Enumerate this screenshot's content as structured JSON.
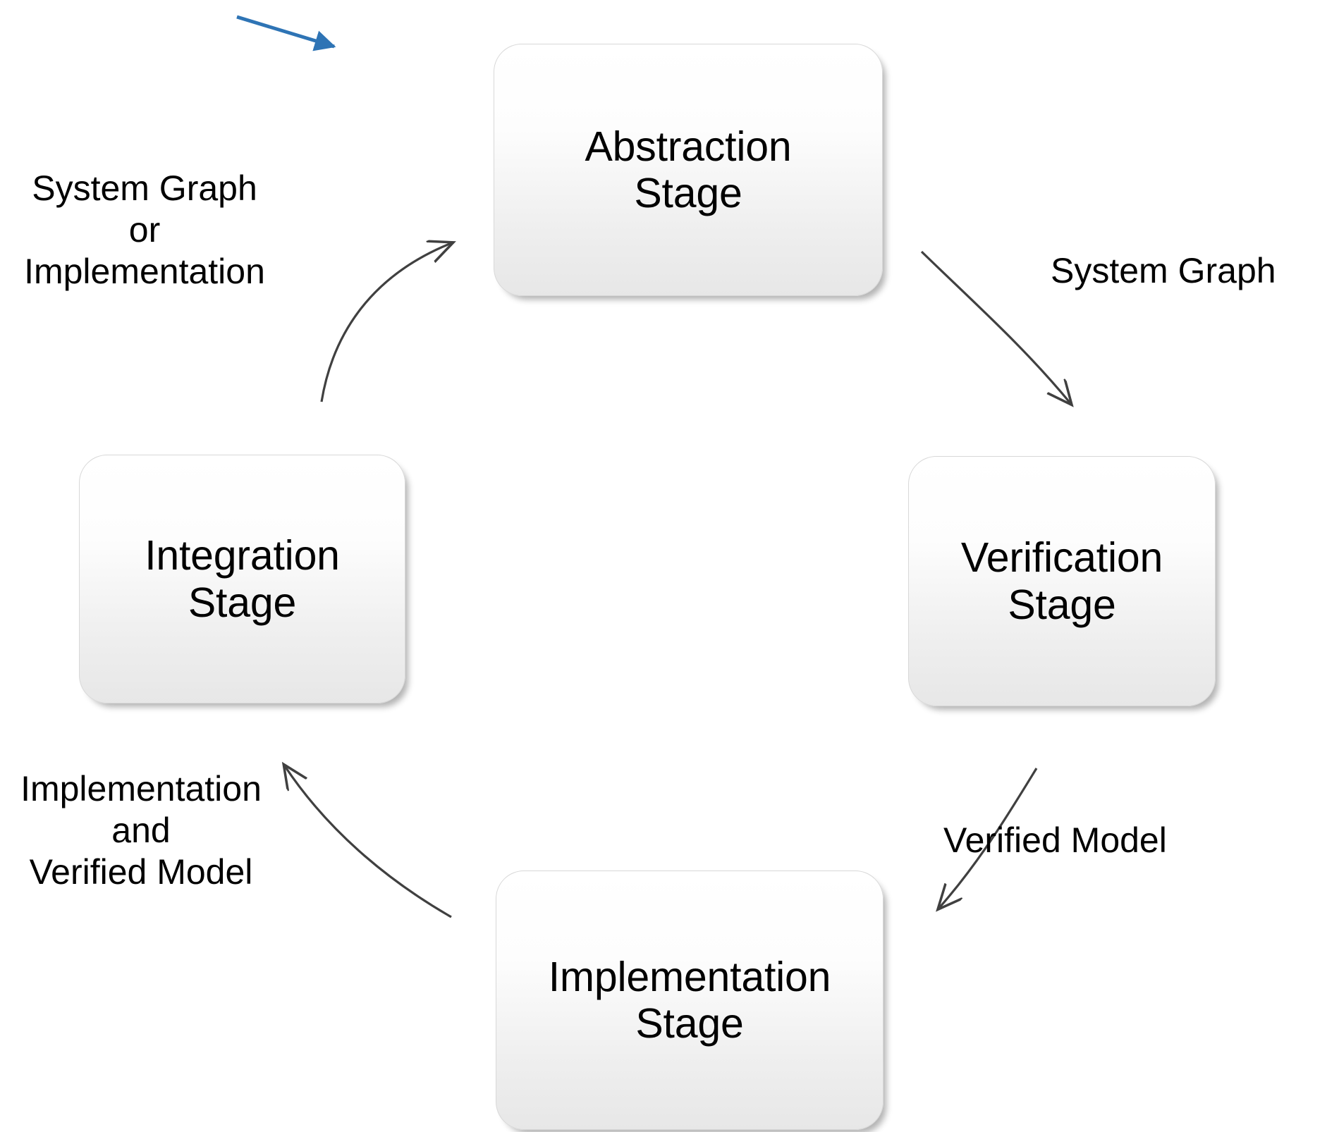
{
  "diagram": {
    "title": "Four-stage iterative development cycle",
    "background_color": "#ffffff",
    "stages": [
      {
        "id": "abstraction",
        "label": "Abstraction\nStage"
      },
      {
        "id": "verification",
        "label": "Verification\nStage"
      },
      {
        "id": "implementation",
        "label": "Implementation\nStage"
      },
      {
        "id": "integration",
        "label": "Integration\nStage"
      }
    ],
    "edge_labels": [
      {
        "id": "system-graph-or-implementation",
        "text": "System Graph\nor\nImplementation"
      },
      {
        "id": "system-graph",
        "text": "System Graph"
      },
      {
        "id": "verified-model",
        "text": "Verified Model"
      },
      {
        "id": "implementation-and-verified",
        "text": "Implementation\nand\nVerified Model"
      }
    ],
    "arrows": [
      {
        "id": "abstraction-to-verification",
        "from": "abstraction",
        "to": "verification",
        "color": "#404040",
        "label": "System Graph"
      },
      {
        "id": "verification-to-implementation",
        "from": "verification",
        "to": "implementation",
        "color": "#404040",
        "label": "Verified Model"
      },
      {
        "id": "implementation-to-integration",
        "from": "implementation",
        "to": "integration",
        "color": "#404040",
        "label": "Implementation and Verified Model"
      },
      {
        "id": "integration-to-abstraction",
        "from": "integration",
        "to": "abstraction",
        "color": "#404040",
        "label": "System Graph or Implementation"
      },
      {
        "id": "annotation-pointer",
        "from": "",
        "to": "abstraction",
        "color": "#2e74b5",
        "label": ""
      }
    ],
    "colors": {
      "box_fill_top": "#ffffff",
      "box_fill_bottom": "#e7e7e7",
      "box_border": "#d8d8d8",
      "text": "#000000",
      "arrow": "#404040",
      "annotation_arrow": "#2e74b5"
    }
  }
}
